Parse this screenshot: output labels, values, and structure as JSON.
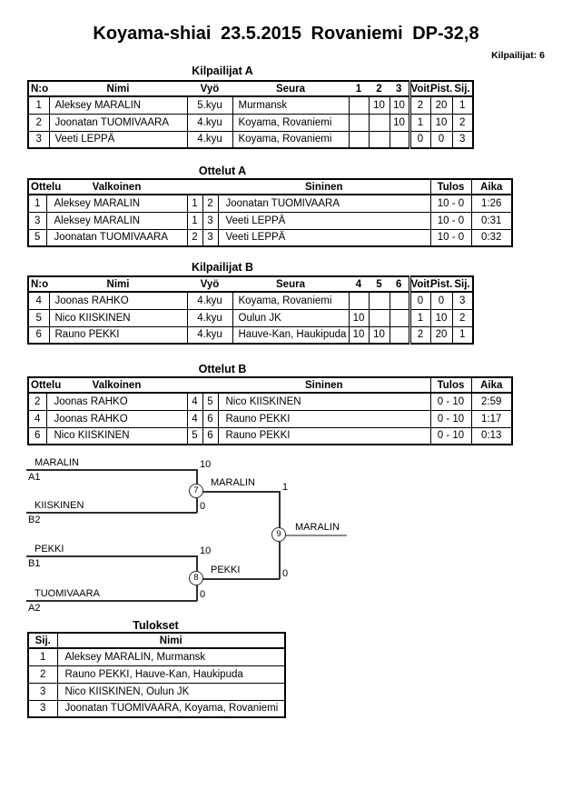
{
  "page": {
    "title": "Koyama-shiai  23.5.2015  Rovaniemi   DP-32,8",
    "competitors_label": "Kilpailijat: 6"
  },
  "sections": {
    "kilpailijat_a": {
      "title": "Kilpailijat A",
      "headers": [
        "N:o",
        "Nimi",
        "Vyö",
        "Seura",
        "1",
        "2",
        "3",
        "Voit.",
        "Pist.",
        "Sij."
      ],
      "rows": [
        [
          "1",
          "Aleksey MARALIN",
          "5.kyu",
          "Murmansk",
          "",
          "10",
          "10",
          "2",
          "20",
          "1"
        ],
        [
          "2",
          "Joonatan TUOMIVAARA",
          "4.kyu",
          "Koyama, Rovaniemi",
          "",
          "",
          "10",
          "1",
          "10",
          "2"
        ],
        [
          "3",
          "Veeti LEPPÄ",
          "4.kyu",
          "Koyama, Rovaniemi",
          "",
          "",
          "",
          "0",
          "0",
          "3"
        ]
      ]
    },
    "ottelut_a": {
      "title": "Ottelut A",
      "headers": [
        "Ottelu",
        "Valkoinen",
        "",
        "",
        "Sininen",
        "Tulos",
        "Aika"
      ],
      "rows": [
        [
          "1",
          "Aleksey MARALIN",
          "1",
          "2",
          "Joonatan TUOMIVAARA",
          "10 - 0",
          "1:26"
        ],
        [
          "3",
          "Aleksey MARALIN",
          "1",
          "3",
          "Veeti LEPPÄ",
          "10 - 0",
          "0:31"
        ],
        [
          "5",
          "Joonatan TUOMIVAARA",
          "2",
          "3",
          "Veeti LEPPÄ",
          "10 - 0",
          "0:32"
        ]
      ]
    },
    "kilpailijat_b": {
      "title": "Kilpailijat B",
      "headers": [
        "N:o",
        "Nimi",
        "Vyö",
        "Seura",
        "4",
        "5",
        "6",
        "Voit.",
        "Pist.",
        "Sij."
      ],
      "rows": [
        [
          "4",
          "Joonas RAHKO",
          "4.kyu",
          "Koyama, Rovaniemi",
          "",
          "",
          "",
          "0",
          "0",
          "3"
        ],
        [
          "5",
          "Nico KIISKINEN",
          "4.kyu",
          "Oulun JK",
          "10",
          "",
          "",
          "1",
          "10",
          "2"
        ],
        [
          "6",
          "Rauno PEKKI",
          "4.kyu",
          "Hauve-Kan, Haukipuda",
          "10",
          "10",
          "",
          "2",
          "20",
          "1"
        ]
      ]
    },
    "ottelut_b": {
      "title": "Ottelut B",
      "headers": [
        "Ottelu",
        "Valkoinen",
        "",
        "",
        "Sininen",
        "Tulos",
        "Aika"
      ],
      "rows": [
        [
          "2",
          "Joonas RAHKO",
          "4",
          "5",
          "Nico KIISKINEN",
          "0 - 10",
          "2:59"
        ],
        [
          "4",
          "Joonas RAHKO",
          "4",
          "6",
          "Rauno PEKKI",
          "0 - 10",
          "1:17"
        ],
        [
          "6",
          "Nico KIISKINEN",
          "5",
          "6",
          "Rauno PEKKI",
          "0 - 10",
          "0:13"
        ]
      ]
    },
    "tulokset": {
      "title": "Tulokset",
      "headers": [
        "Sij.",
        "Nimi"
      ],
      "rows": [
        [
          "1",
          "Aleksey MARALIN, Murmansk"
        ],
        [
          "2",
          "Rauno PEKKI, Hauve-Kan, Haukipuda"
        ],
        [
          "3",
          "Nico KIISKINEN, Oulun JK"
        ],
        [
          "3",
          "Joonatan TUOMIVAARA, Koyama, Rovaniemi"
        ]
      ]
    }
  },
  "bracket": {
    "semifinal_1": {
      "match_no": "7",
      "top_name": "MARALIN",
      "top_seed": "A1",
      "top_score": "10",
      "bottom_name": "KIISKINEN",
      "bottom_seed": "B2",
      "bottom_score": "0",
      "winner": "MARALIN"
    },
    "semifinal_2": {
      "match_no": "8",
      "top_name": "PEKKI",
      "top_seed": "B1",
      "top_score": "10",
      "bottom_name": "TUOMIVAARA",
      "bottom_seed": "A2",
      "bottom_score": "0",
      "winner": "PEKKI"
    },
    "final": {
      "match_no": "9",
      "top_score": "1",
      "bottom_score": "0",
      "winner": "MARALIN"
    }
  }
}
